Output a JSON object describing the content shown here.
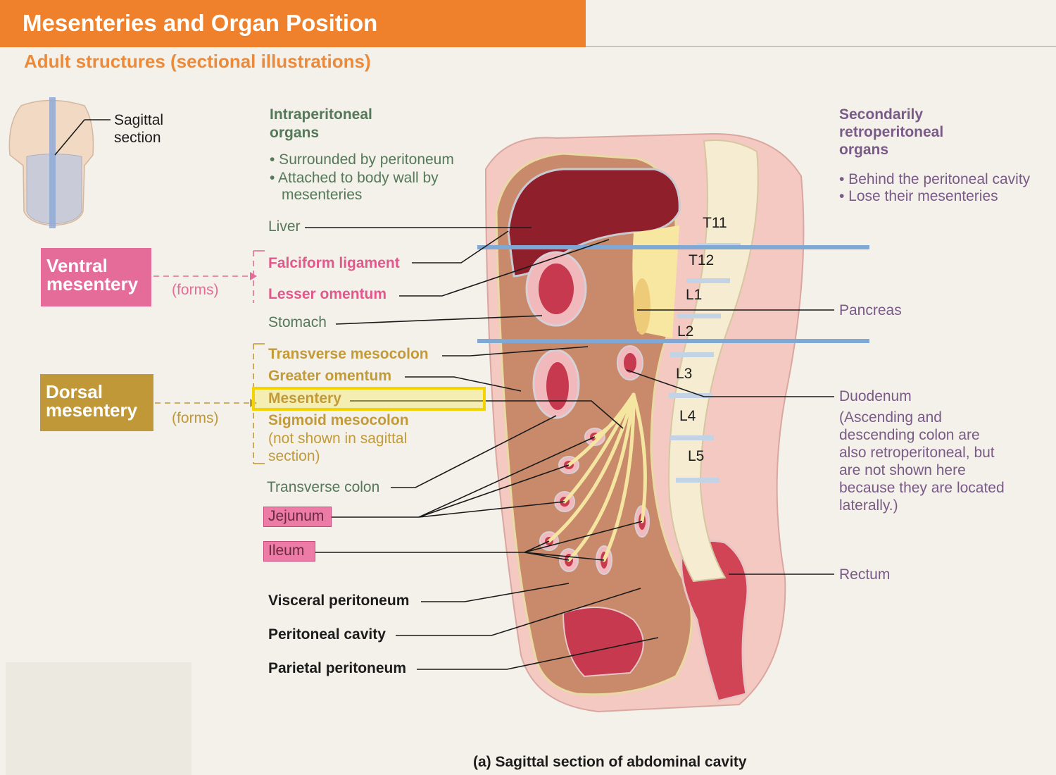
{
  "header": {
    "title": "Mesenteries and Organ Position",
    "subtitle": "Adult structures (sectional illustrations)"
  },
  "inset": {
    "label_line1": "Sagittal",
    "label_line2": "section"
  },
  "intraperitoneal": {
    "heading_line1": "Intraperitoneal",
    "heading_line2": "organs",
    "bullets": [
      "• Surrounded by peritoneum",
      "• Attached to body wall by",
      "mesenteries"
    ]
  },
  "secondary": {
    "heading_line1": "Secondarily",
    "heading_line2": "retroperitoneal",
    "heading_line3": "organs",
    "bullets": [
      "• Behind the peritoneal cavity",
      "• Lose their mesenteries"
    ]
  },
  "ventral": {
    "box_line1": "Ventral",
    "box_line2": "mesentery",
    "forms": "(forms)"
  },
  "dorsal": {
    "box_line1": "Dorsal",
    "box_line2": "mesentery",
    "forms": "(forms)"
  },
  "left_labels": {
    "liver": "Liver",
    "falciform": "Falciform ligament",
    "lesser_omentum": "Lesser omentum",
    "stomach": "Stomach",
    "transverse_mesocolon": "Transverse mesocolon",
    "greater_omentum": "Greater omentum",
    "mesentery": "Mesentery",
    "sigmoid_mesocolon": "Sigmoid mesocolon",
    "sigmoid_note_1": "(not shown in sagittal",
    "sigmoid_note_2": "section)",
    "transverse_colon": "Transverse colon",
    "jejunum": "Jejunum",
    "ileum": "Ileum",
    "visceral_peritoneum": "Visceral peritoneum",
    "peritoneal_cavity": "Peritoneal cavity",
    "parietal_peritoneum": "Parietal peritoneum"
  },
  "right_labels": {
    "pancreas": "Pancreas",
    "duodenum": "Duodenum",
    "duodenum_note": [
      "(Ascending and",
      "descending colon are",
      "also retroperitoneal, but",
      "are not shown here",
      "because they are located",
      "laterally.)"
    ],
    "rectum": "Rectum"
  },
  "vertebrae": [
    "T11",
    "T12",
    "L1",
    "L2",
    "L3",
    "L4",
    "L5"
  ],
  "caption": "(a) Sagittal section of abdominal cavity",
  "colors": {
    "title_bar": "#f0812c",
    "ventral": "#e56c99",
    "dorsal": "#c19838",
    "highlight_yellow": "#f4d400",
    "section_line": "#7fa8d4"
  }
}
